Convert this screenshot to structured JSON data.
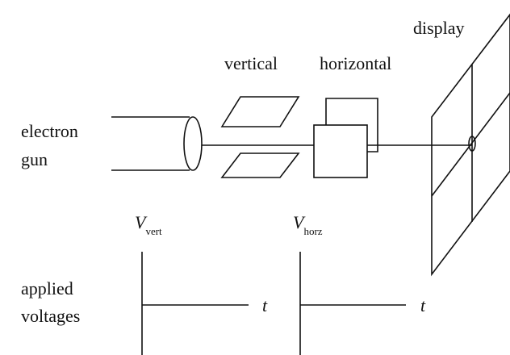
{
  "labels": {
    "display": "display",
    "vertical": "vertical",
    "horizontal": "horizontal",
    "electron_gun_line1": "electron",
    "electron_gun_line2": "gun",
    "v_vert_symbol": "V",
    "v_vert_sub": "vert",
    "v_horz_symbol": "V",
    "v_horz_sub": "horz",
    "applied_voltages_line1": "applied",
    "applied_voltages_line2": "voltages",
    "time_vert": "t",
    "time_horz": "t"
  }
}
